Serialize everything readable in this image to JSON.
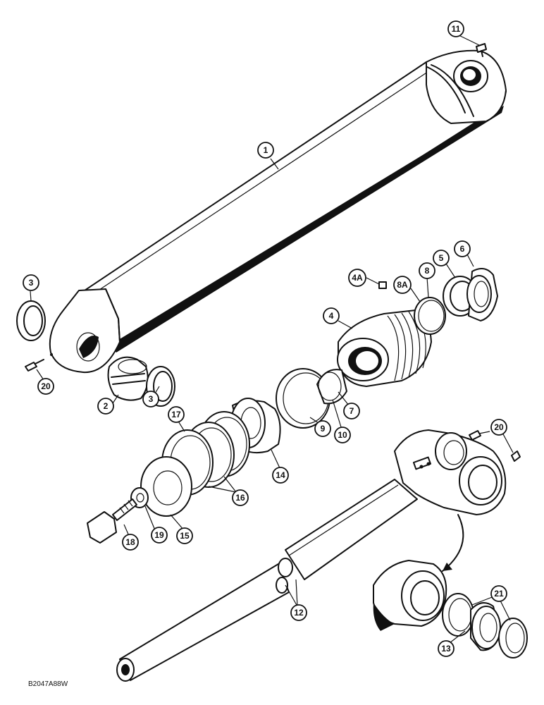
{
  "figure_id": "B2047A88W",
  "callouts": {
    "c1": "1",
    "c2": "2",
    "c3a": "3",
    "c3b": "3",
    "c4": "4",
    "c4a": "4A",
    "c5": "5",
    "c6": "6",
    "c7": "7",
    "c8": "8",
    "c8a": "8A",
    "c9": "9",
    "c10": "10",
    "c11": "11",
    "c12": "12",
    "c13": "13",
    "c14": "14",
    "c15": "15",
    "c16": "16",
    "c17": "17",
    "c18": "18",
    "c19": "19",
    "c20a": "20",
    "c20b": "20",
    "c21": "21"
  }
}
